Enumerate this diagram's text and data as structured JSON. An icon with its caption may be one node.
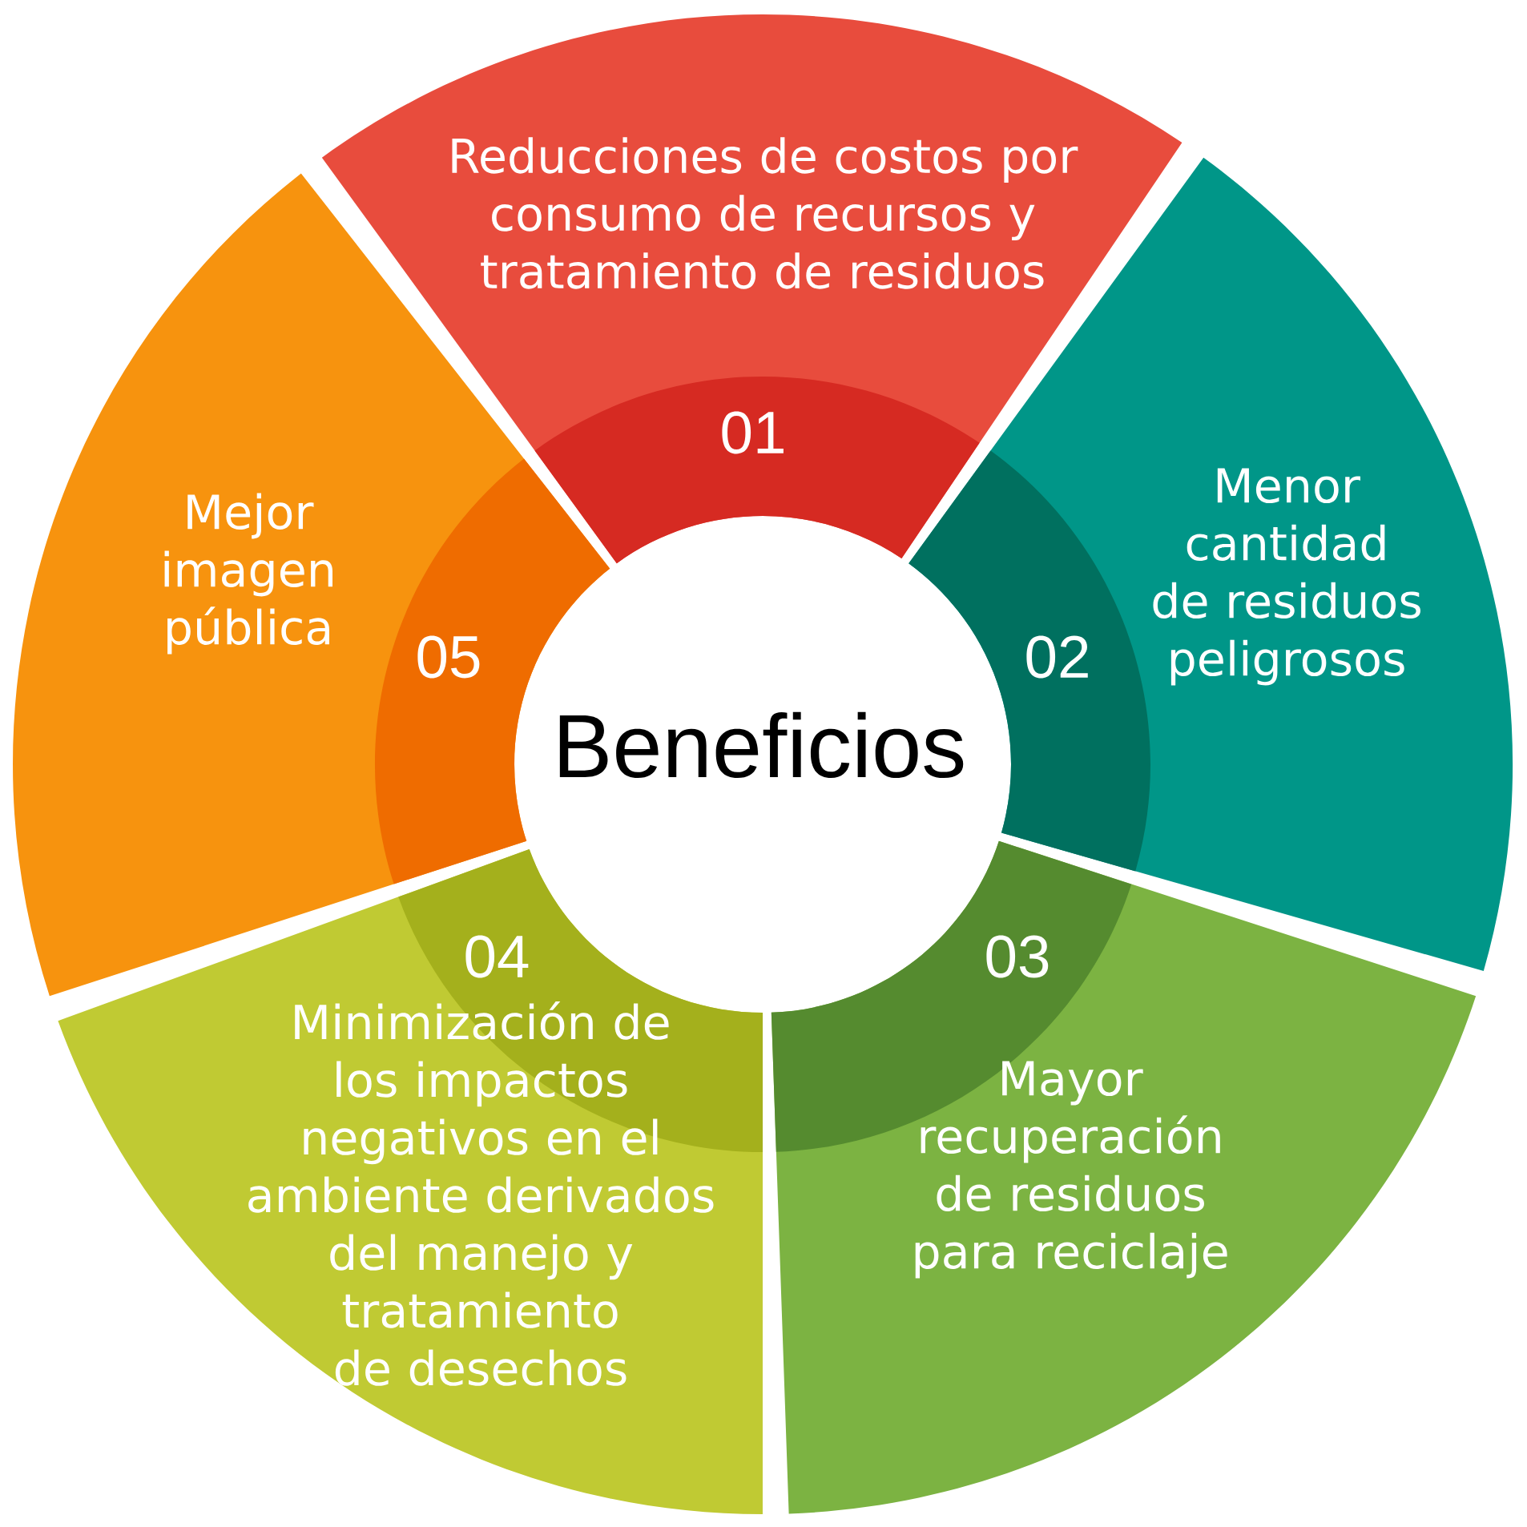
{
  "diagram": {
    "title": "Beneficios",
    "nodes": [
      {
        "text": [
          "Reducciones de costos por consumo de recursos y tratamiento de residuos",
          "01"
        ]
      },
      {
        "text": [
          "02",
          "Menor cantidad de residuos peligrosos"
        ]
      },
      {
        "text": [
          "03",
          "Mayor recuperación de residuos para reciclaje"
        ]
      },
      {
        "text": [
          "04",
          "Minimización de los impactos negativos en el ambiente derivados del manejo y tratamiento de desechos"
        ]
      },
      {
        "text": [
          "Mejor imagen pública",
          "05"
        ]
      }
    ]
  }
}
